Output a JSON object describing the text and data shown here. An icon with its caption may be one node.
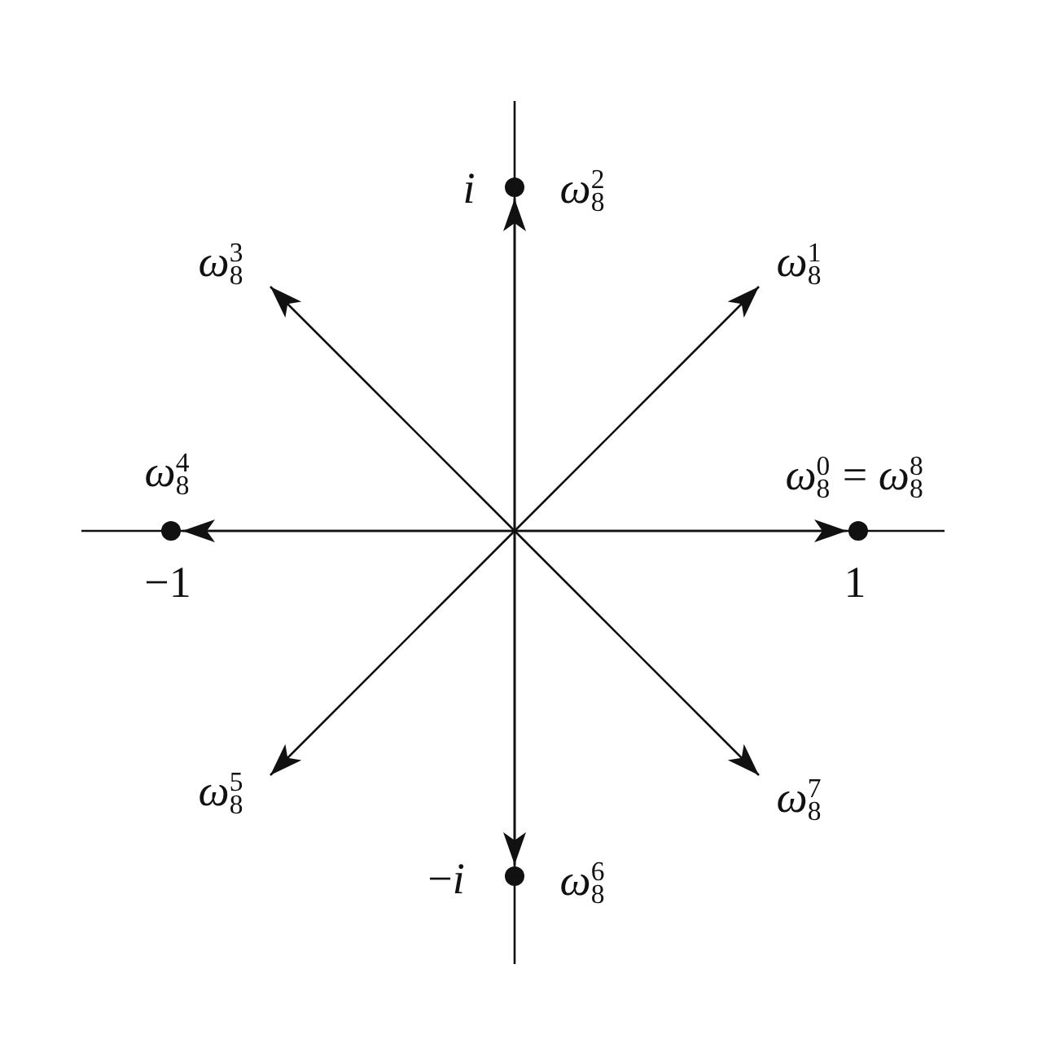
{
  "diagram": {
    "nodes": [
      {
        "text": [],
        "shape": "circle",
        "beside": [
          "*i*",
          "*ω*$_{8}$$^{2}$"
        ]
      },
      {
        "text": [
          "*ω*$_{8}$$^{3}$"
        ]
      },
      {
        "text": [
          "*ω*$_{8}$$^{1}$"
        ]
      },
      {
        "text": [],
        "shape": "circle",
        "beside": [
          "*ω*$_{8}$$^{4}$",
          "−1"
        ]
      },
      {
        "text": [],
        "shape": "circle",
        "beside": [
          "*ω*$_{8}$$^{0}$ = *ω*$_{8}$$^{8}$",
          "1"
        ]
      },
      {
        "text": [
          "*ω*$_{8}$$^{5}$"
        ]
      },
      {
        "text": [
          "*ω*$_{8}$$^{7}$"
        ]
      },
      {
        "text": [],
        "shape": "circle",
        "beside": [
          "−*i*",
          "*ω*$_{8}$$^{6}$"
        ]
      }
    ],
    "edges": [
      {
        "from": null,
        "to": 0,
        "arrow": "to"
      },
      {
        "from": null,
        "to": 1,
        "arrow": "to"
      },
      {
        "from": null,
        "to": 2,
        "arrow": "to"
      },
      {
        "from": null,
        "to": 3,
        "arrow": "to"
      },
      {
        "from": null,
        "to": 4,
        "arrow": "to"
      },
      {
        "from": null,
        "to": 5,
        "arrow": "to"
      },
      {
        "from": null,
        "to": 6,
        "arrow": "to"
      },
      {
        "from": null,
        "to": 7,
        "arrow": "to"
      }
    ]
  }
}
